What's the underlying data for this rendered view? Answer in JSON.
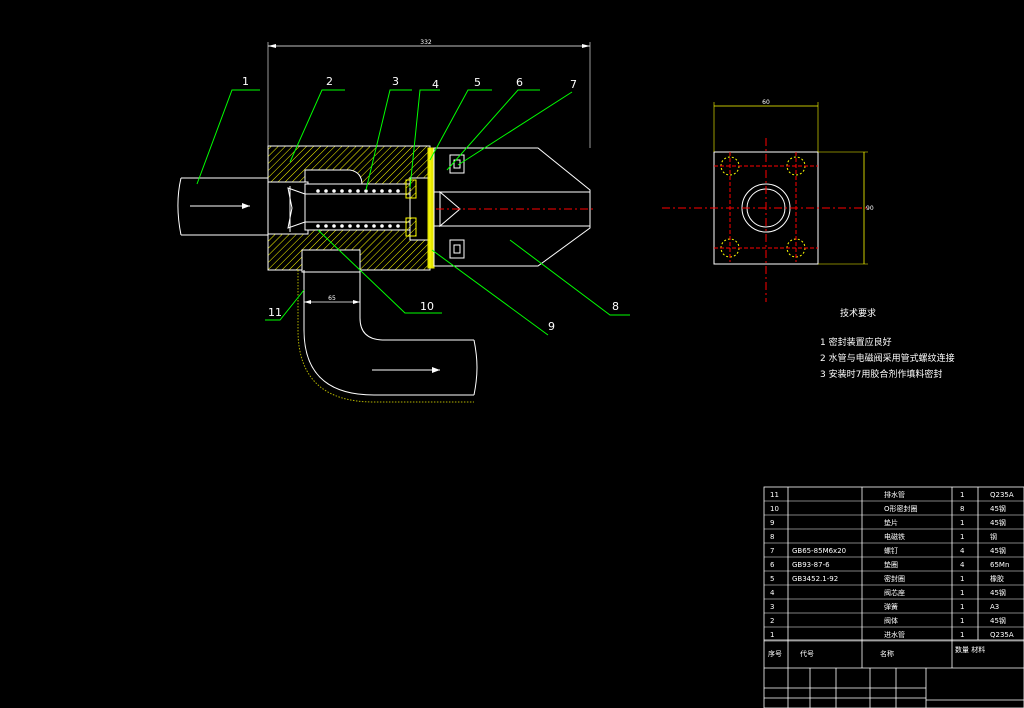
{
  "colors": {
    "background": "#000000",
    "outline": "#ffffff",
    "leader": "#00ff00",
    "centerline": "#ff0000",
    "hatch": "#ffff00",
    "dimension": "#ffff00"
  },
  "callouts": [
    "1",
    "2",
    "3",
    "4",
    "5",
    "6",
    "7",
    "8",
    "9",
    "10",
    "11"
  ],
  "dimensions": {
    "overall_length": "332",
    "pipe_width": "65",
    "flange_width": "60",
    "flange_height": "90"
  },
  "notes": {
    "title": "技术要求",
    "items": [
      "1 密封装置应良好",
      "2 水管与电磁阀采用管式螺纹连接",
      "3 安装时7用胶合剂作填料密封"
    ]
  },
  "bom": {
    "rows": [
      {
        "no": "11",
        "code": "",
        "name": "排水管",
        "qty": "1",
        "material": "Q235A"
      },
      {
        "no": "10",
        "code": "",
        "name": "O形密封圈",
        "qty": "8",
        "material": "45钢"
      },
      {
        "no": "9",
        "code": "",
        "name": "垫片",
        "qty": "1",
        "material": "45钢"
      },
      {
        "no": "8",
        "code": "",
        "name": "电磁铁",
        "qty": "1",
        "material": "钢"
      },
      {
        "no": "7",
        "code": "GB65-85M6x20",
        "name": "螺钉",
        "qty": "4",
        "material": "45钢"
      },
      {
        "no": "6",
        "code": "GB93-87-6",
        "name": "垫圈",
        "qty": "4",
        "material": "65Mn"
      },
      {
        "no": "5",
        "code": "GB3452.1-92",
        "name": "密封圈",
        "qty": "1",
        "material": "橡胶"
      },
      {
        "no": "4",
        "code": "",
        "name": "阀芯座",
        "qty": "1",
        "material": "45钢"
      },
      {
        "no": "3",
        "code": "",
        "name": "弹簧",
        "qty": "1",
        "material": "A3"
      },
      {
        "no": "2",
        "code": "",
        "name": "阀体",
        "qty": "1",
        "material": "45钢"
      },
      {
        "no": "1",
        "code": "",
        "name": "进水管",
        "qty": "1",
        "material": "Q235A"
      }
    ],
    "header": {
      "no": "序号",
      "code": "代号",
      "name": "名称",
      "qty_material": "数量 材料"
    }
  }
}
